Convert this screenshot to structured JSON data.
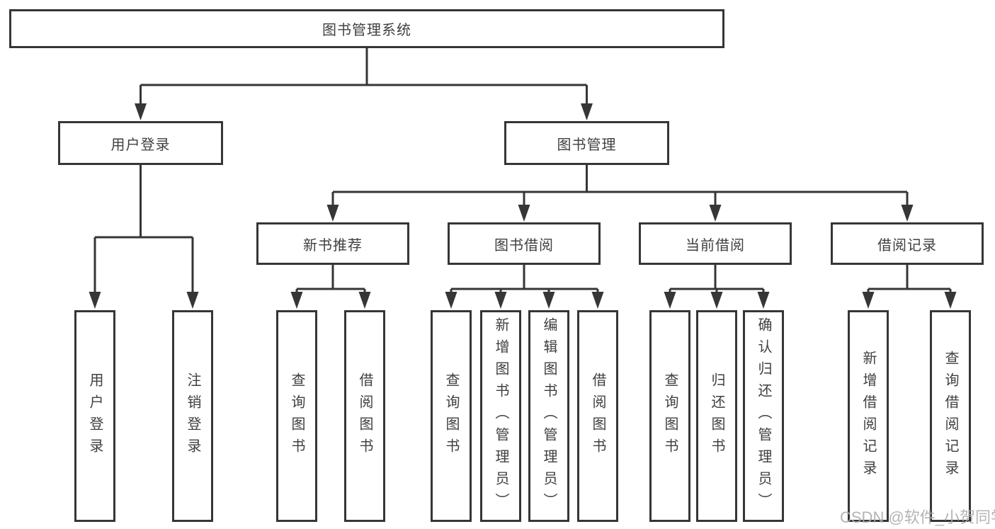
{
  "tree": {
    "label": "图书管理系统",
    "children": [
      {
        "label": "用户登录",
        "children": [
          {
            "label": "用户登录"
          },
          {
            "label": "注销登录"
          }
        ]
      },
      {
        "label": "图书管理",
        "children": [
          {
            "label": "新书推荐",
            "children": [
              {
                "label": "查询图书"
              },
              {
                "label": "借阅图书"
              }
            ]
          },
          {
            "label": "图书借阅",
            "children": [
              {
                "label": "查询图书"
              },
              {
                "label": "新增图书（管理员）"
              },
              {
                "label": "编辑图书（管理员）"
              },
              {
                "label": "借阅图书"
              }
            ]
          },
          {
            "label": "当前借阅",
            "children": [
              {
                "label": "查询图书"
              },
              {
                "label": "归还图书"
              },
              {
                "label": "确认归还（管理员）"
              }
            ]
          },
          {
            "label": "借阅记录",
            "children": [
              {
                "label": "新增借阅记录"
              },
              {
                "label": "查询借阅记录"
              }
            ]
          }
        ]
      }
    ]
  },
  "watermark": {
    "text": "CSDN @软件_小贺同学"
  },
  "colors": {
    "line": "#363636",
    "box_border": "#363636",
    "text": "#3f3f3f",
    "background": "#ffffff",
    "watermark": "#acacac"
  }
}
